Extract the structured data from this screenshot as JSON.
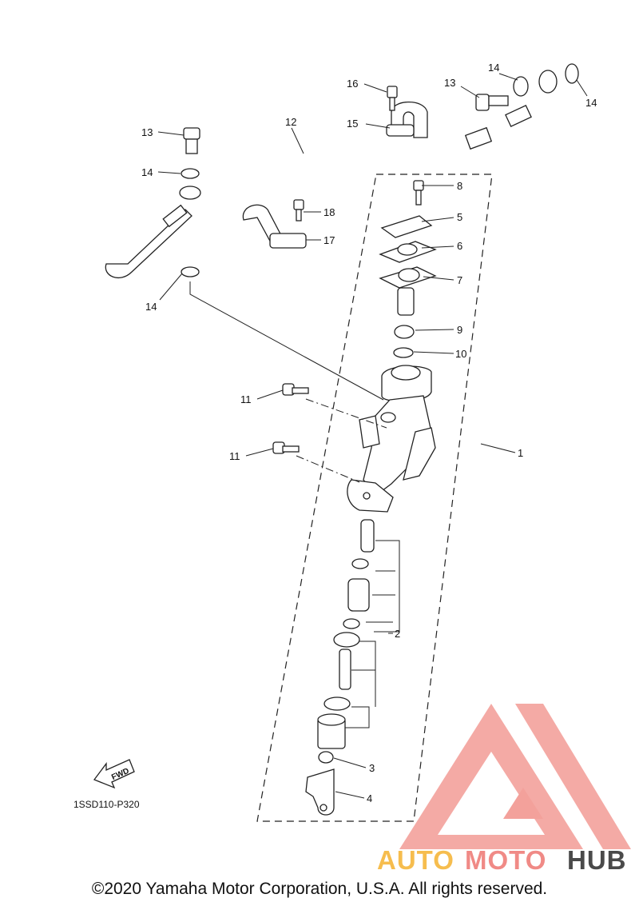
{
  "diagram": {
    "callouts": {
      "c1": "1",
      "c2": "2",
      "c3": "3",
      "c4": "4",
      "c5": "5",
      "c6": "6",
      "c7": "7",
      "c8": "8",
      "c9": "9",
      "c10": "10",
      "c11a": "11",
      "c11b": "11",
      "c12": "12",
      "c13a": "13",
      "c13b": "13",
      "c14a": "14",
      "c14b": "14",
      "c14c": "14",
      "c14d": "14",
      "c15": "15",
      "c16": "16",
      "c17": "17",
      "c18": "18"
    },
    "fwd_label": "FWD",
    "drawing_code": "1SSD110-P320"
  },
  "watermark": {
    "word_auto": "AUTO",
    "word_moto": "MOTO",
    "word_hub": "HUB",
    "colors": {
      "auto": "#f6bd4e",
      "moto": "#f08a86",
      "hub": "#4a4a4a",
      "logo": "#f3a19b"
    }
  },
  "copyright": "©2020 Yamaha Motor Corporation, U.S.A. All rights reserved."
}
